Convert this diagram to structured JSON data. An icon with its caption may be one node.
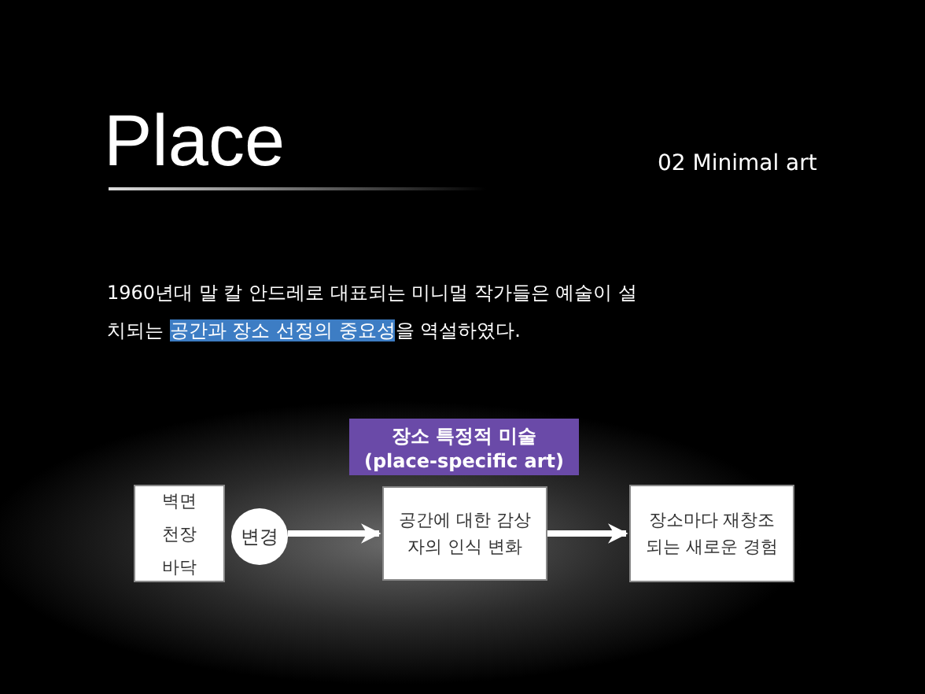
{
  "diagram": {
    "title": "Place",
    "nodes": [
      {
        "text": [
          "장소 특정적 미술 (place-specific art)"
        ]
      },
      {
        "text": [
          "벽면",
          "천장",
          "바닥"
        ]
      },
      {
        "text": [
          "변경"
        ]
      },
      {
        "text": [
          "공간에 대한 감상자의 인식 변화"
        ]
      },
      {
        "text": [
          "장소마다 재창조되는 새로운 경험"
        ]
      }
    ],
    "edges": [
      {
        "from": 2,
        "to": 3,
        "arrow": "to"
      },
      {
        "from": 3,
        "to": 4,
        "arrow": "to"
      }
    ],
    "labels": [
      "02 Minimal art",
      "1960년대 말 칼 안드레로 대표되는 미니멀 작가들은 예술이 설치되는",
      "공간과 장소 선정의 중요성",
      "을 역설하였다."
    ]
  }
}
